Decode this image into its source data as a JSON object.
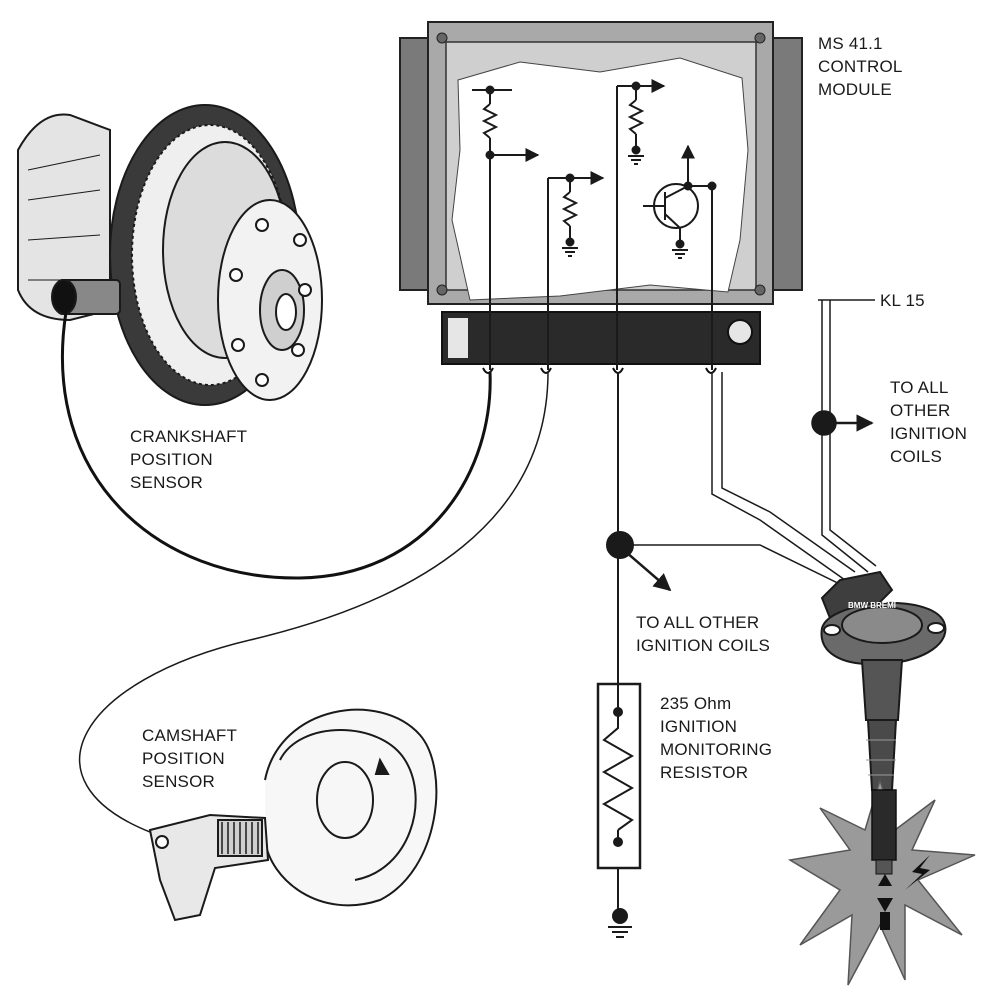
{
  "labels": {
    "control_module": [
      "MS 41.1",
      "CONTROL",
      "MODULE"
    ],
    "kl15": "KL 15",
    "to_other_coils_right": [
      "TO ALL",
      "OTHER",
      "IGNITION",
      "COILS"
    ],
    "crankshaft_sensor": [
      "CRANKSHAFT",
      "POSITION",
      "SENSOR"
    ],
    "to_other_coils_center": [
      "TO ALL OTHER",
      "IGNITION COILS"
    ],
    "resistor": [
      "235 Ohm",
      "IGNITION",
      "MONITORING",
      "RESISTOR"
    ],
    "camshaft_sensor": [
      "CAMSHAFT",
      "POSITION",
      "SENSOR"
    ],
    "coil_brand": "BMW BREMI"
  },
  "colors": {
    "ink": "#1a1a1a",
    "module_body": "#7a7a7a",
    "module_frame": "#a9a9a9",
    "module_inner": "#cfcfcf",
    "paper": "#ffffff",
    "spark": "#9a9a9a",
    "coil": "#555555"
  }
}
